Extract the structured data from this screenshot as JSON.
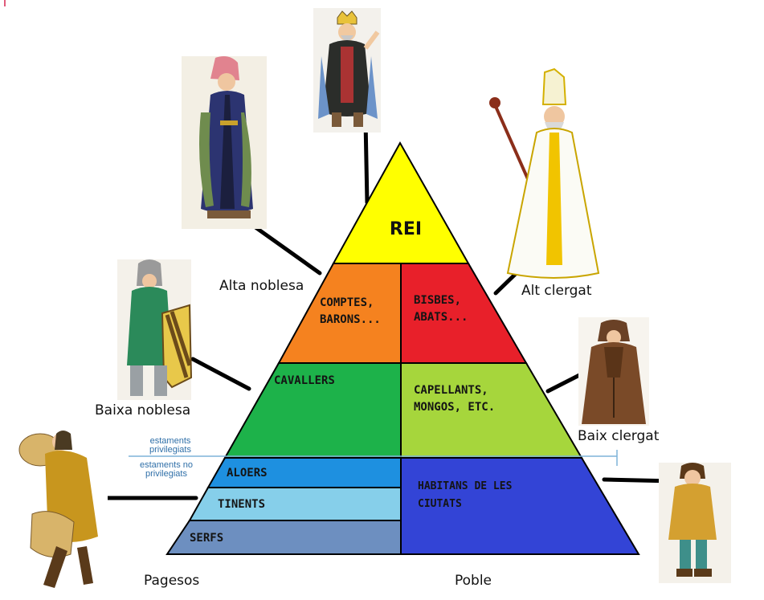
{
  "pyramid": {
    "rei": "REI",
    "comptes_l1": "COMPTES,",
    "comptes_l2": "BARONS...",
    "bisbes_l1": "BISBES,",
    "bisbes_l2": "ABATS...",
    "cavallers": "CAVALLERS",
    "capellants_l1": "CAPELLANTS,",
    "capellants_l2": "MONGOS, ETC.",
    "aloers": "ALOERS",
    "tinents": "TINENTS",
    "serfs": "SERFS",
    "habitans_l1": "HABITANS DE LES",
    "habitans_l2": "CIUTATS"
  },
  "divider": {
    "privileged_l1": "estaments",
    "privileged_l2": "privilegiats",
    "nonprivileged_l1": "estaments no",
    "nonprivileged_l2": "privilegiats"
  },
  "labels": {
    "alta_noblesa": "Alta noblesa",
    "alt_clergat": "Alt clergat",
    "baixa_noblesa": "Baixa noblesa",
    "baix_clergat": "Baix clergat",
    "pagesos": "Pagesos",
    "poble": "Poble"
  },
  "colors": {
    "rei": "#ffff00",
    "nobility_high": "#f5821f",
    "clergy_high": "#e8202a",
    "knights": "#1db24a",
    "clergy_low": "#a6d63c",
    "aloers": "#1e90e0",
    "tinents": "#86cfea",
    "serfs": "#6d8fc0",
    "citizens": "#3344d6",
    "outline": "#000000"
  },
  "figures": [
    "king",
    "high-noble",
    "bishop",
    "knight",
    "monk",
    "peasant",
    "townsman"
  ]
}
